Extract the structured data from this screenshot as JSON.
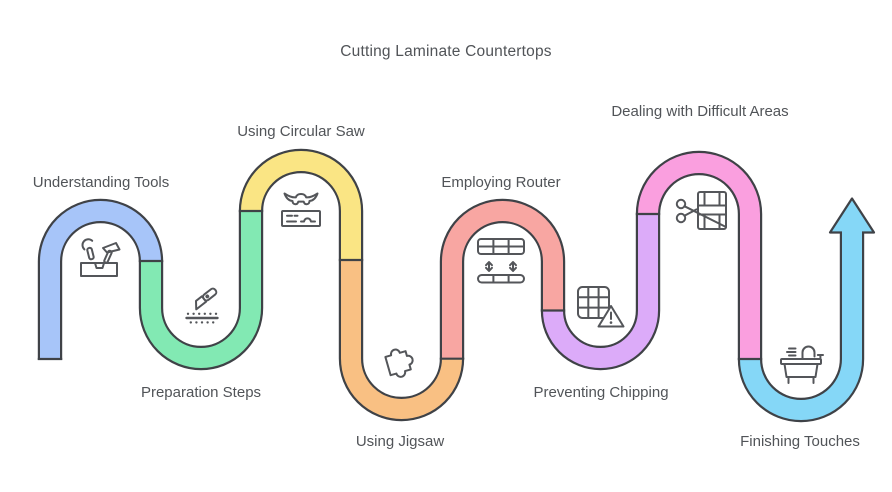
{
  "title": "Cutting Laminate Countertops",
  "colors": {
    "outline": "#3f4247",
    "icon": "#54565a",
    "text": "#515458",
    "background": "#ffffff"
  },
  "steps": [
    {
      "label": "Understanding Tools",
      "color": "#a7c5f9",
      "icon": "tools-icon"
    },
    {
      "label": "Preparation Steps",
      "color": "#82e9b3",
      "icon": "utility-knife-icon"
    },
    {
      "label": "Using Circular Saw",
      "color": "#fae584",
      "icon": "circular-saw-icon"
    },
    {
      "label": "Using Jigsaw",
      "color": "#f9c083",
      "icon": "jigsaw-puzzle-icon"
    },
    {
      "label": "Employing Router",
      "color": "#f8a6a2",
      "icon": "router-depth-icon"
    },
    {
      "label": "Preventing Chipping",
      "color": "#dcabf9",
      "icon": "grid-warning-icon"
    },
    {
      "label": "Dealing with Difficult Areas",
      "color": "#fa9fdf",
      "icon": "scissors-cut-icon"
    },
    {
      "label": "Finishing Touches",
      "color": "#85d7f7",
      "icon": "sink-icon"
    }
  ]
}
